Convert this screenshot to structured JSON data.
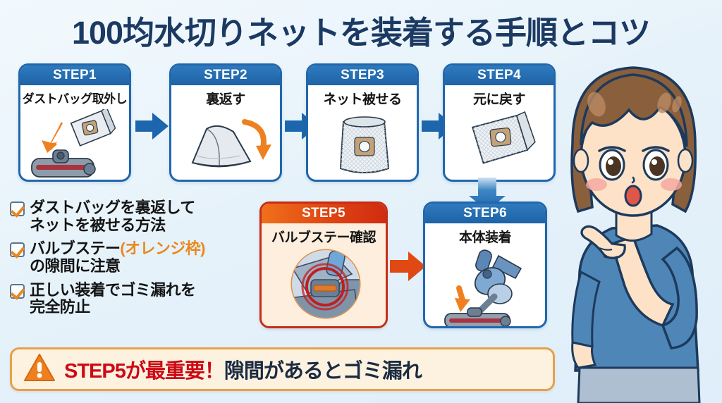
{
  "title": "100均水切りネットを装着する手順とコツ",
  "steps": [
    {
      "badge": "STEP1",
      "label": "ダストバッグ取外し",
      "art": "vacuum-head-with-dustbag"
    },
    {
      "badge": "STEP2",
      "label": "裏返す",
      "art": "folded-bag-turning"
    },
    {
      "badge": "STEP3",
      "label": "ネット被せる",
      "art": "bag-with-net"
    },
    {
      "badge": "STEP4",
      "label": "元に戻す",
      "art": "bag-restored"
    },
    {
      "badge": "STEP5",
      "label": "バルブステー確認",
      "art": "valve-stay-closeup-circled"
    },
    {
      "badge": "STEP6",
      "label": "本体装着",
      "art": "cordless-vacuum-attach"
    }
  ],
  "checklist": [
    {
      "line1": "ダストバッグを裏返して",
      "line2": "ネットを被せる方法",
      "highlight": ""
    },
    {
      "line1a": "バルブステー",
      "highlight": "(オレンジ枠)",
      "line2": "の隙間に注意"
    },
    {
      "line1": "正しい装着でゴミ漏れを",
      "line2": "完全防止",
      "highlight": ""
    }
  ],
  "warning": {
    "emphasis": "STEP5が最重要！",
    "rest": "隙間があるとゴミ漏れ",
    "icon": "warning-triangle-icon"
  },
  "arrows": {
    "a1": "arrow-right-blue",
    "a2": "arrow-right-blue",
    "a3": "arrow-right-blue",
    "a4": "arrow-down-blue",
    "a5": "arrow-right-orange"
  },
  "character": {
    "name": "pointing-girl-illustration",
    "hair": "#8a5f3c",
    "shirt": "#4f86b8",
    "skin": "#fde2c8"
  },
  "colors": {
    "brand_blue": "#2167ad",
    "accent_orange": "#e8881f",
    "alert_red": "#cc0a15",
    "banner_bg": "#fdf2e0",
    "page_bg": "#e9f3fb"
  }
}
